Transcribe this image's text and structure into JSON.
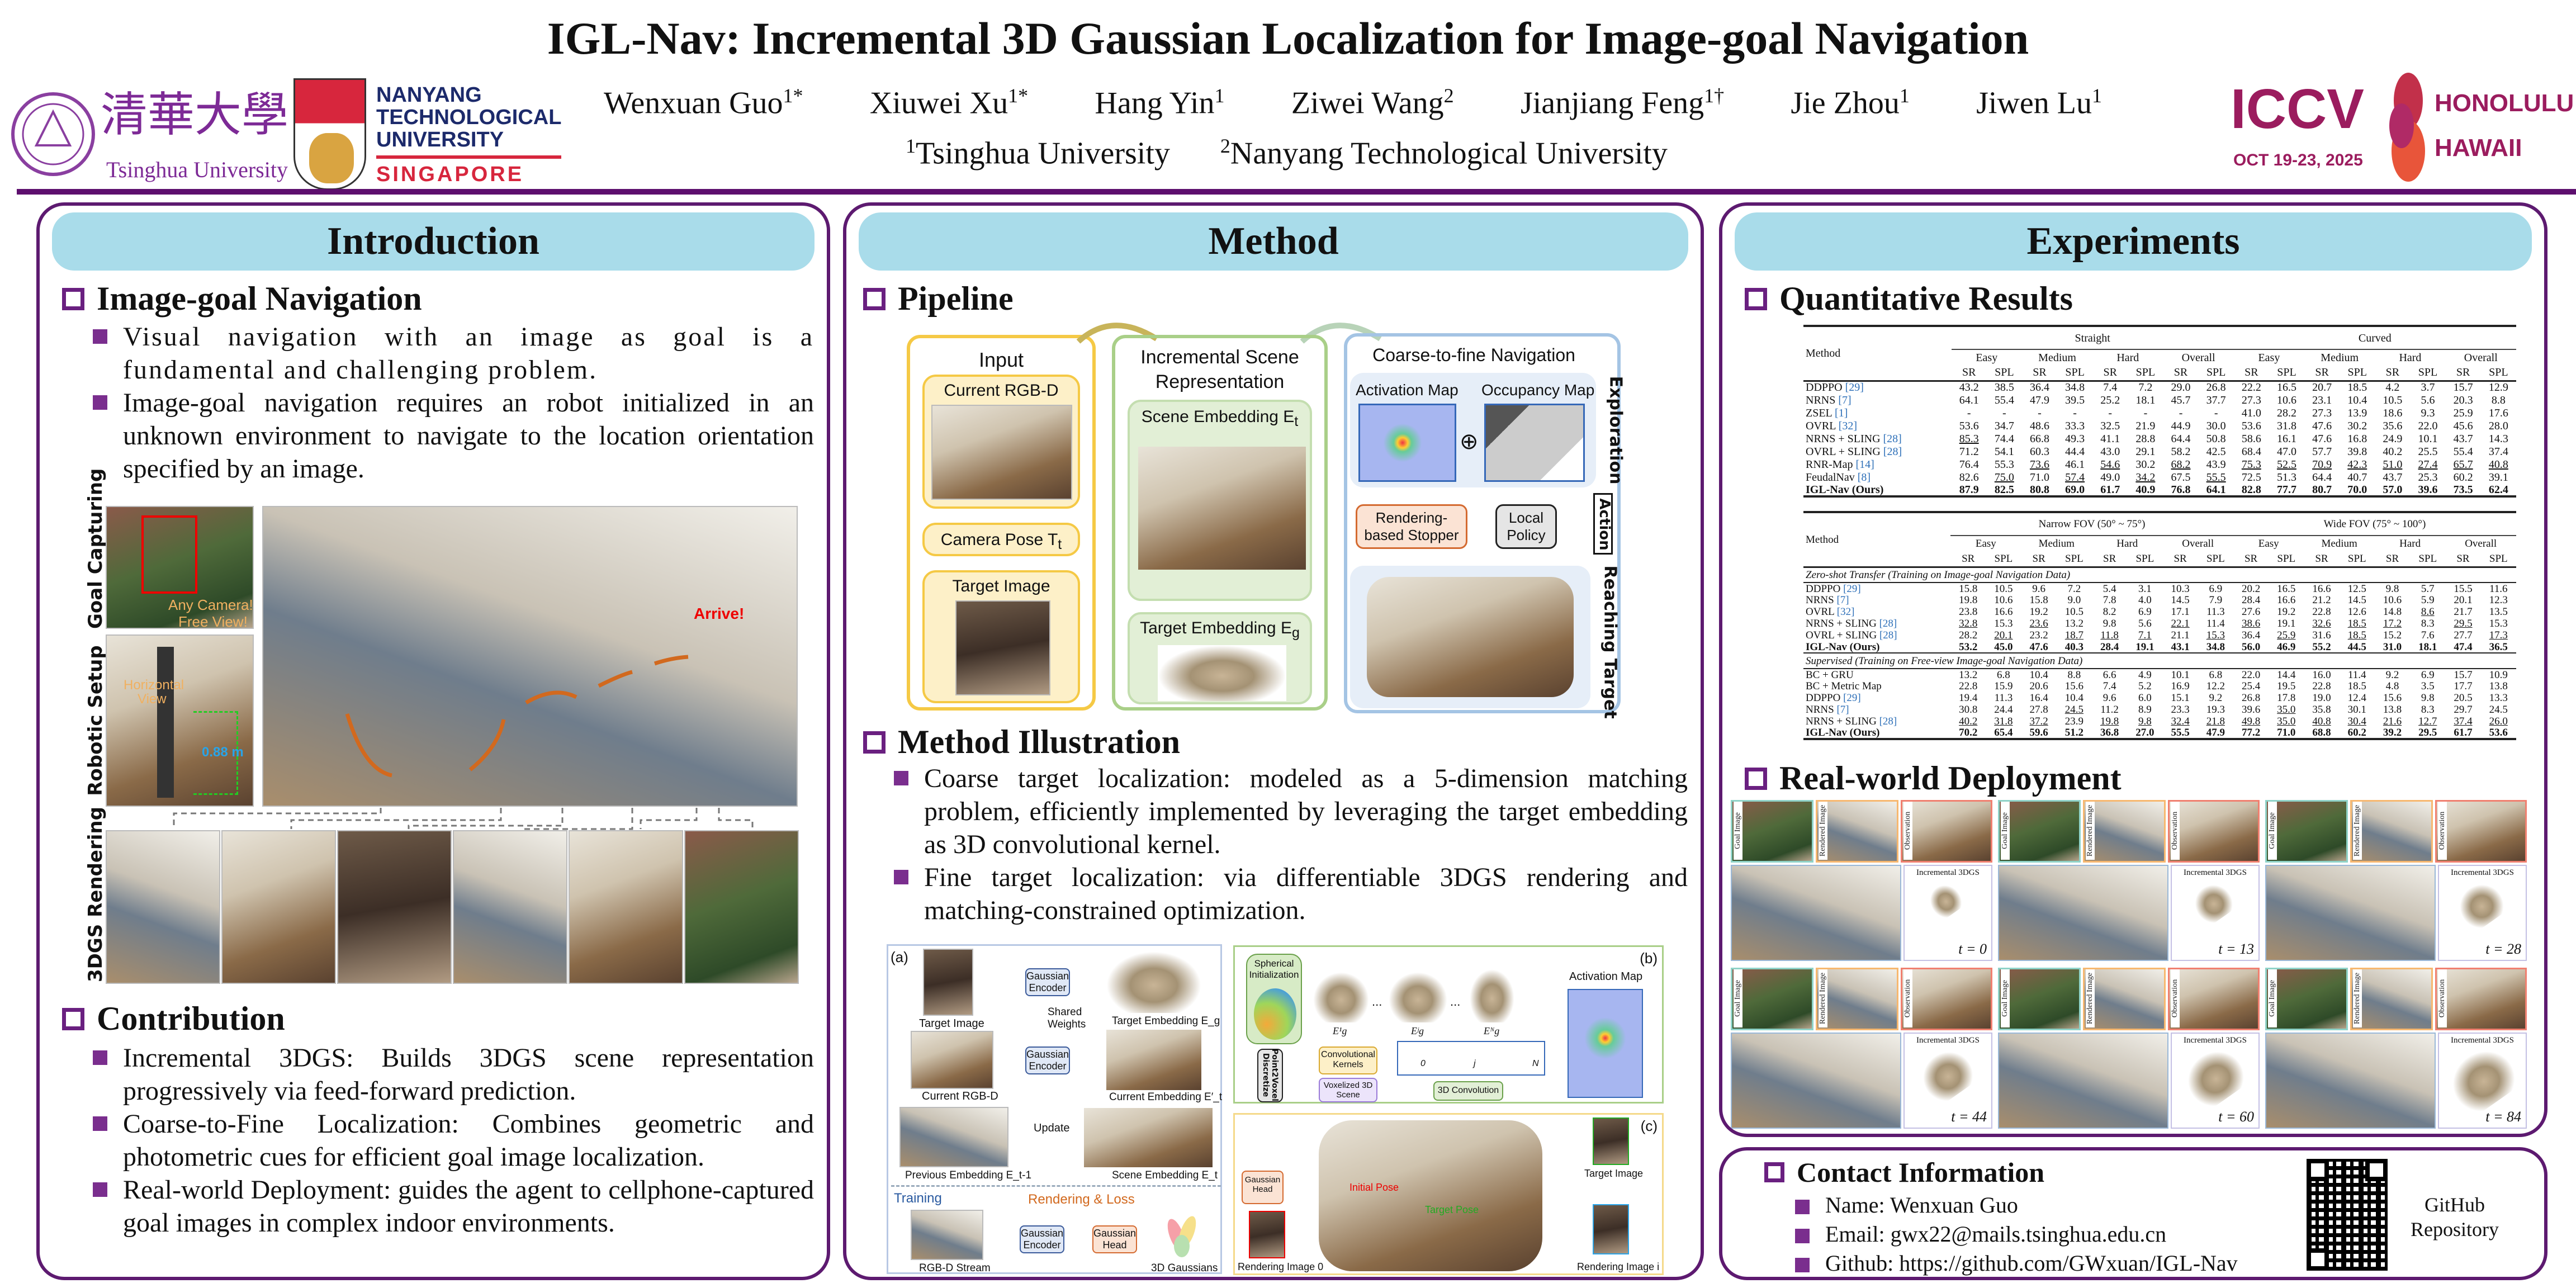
{
  "header": {
    "title": "IGL-Nav: Incremental 3D Gaussian Localization for Image-goal Navigation",
    "authors": [
      {
        "name": "Wenxuan Guo",
        "sup": "1*"
      },
      {
        "name": "Xiuwei Xu",
        "sup": "1*"
      },
      {
        "name": "Hang Yin",
        "sup": "1"
      },
      {
        "name": "Ziwei Wang",
        "sup": "2"
      },
      {
        "name": "Jianjiang Feng",
        "sup": "1†"
      },
      {
        "name": "Jie Zhou",
        "sup": "1"
      },
      {
        "name": "Jiwen Lu",
        "sup": "1"
      }
    ],
    "affiliations": [
      {
        "sup": "1",
        "name": "Tsinghua University"
      },
      {
        "sup": "2",
        "name": "Nanyang Technological University"
      }
    ],
    "logos": {
      "tsinghua_cn": "清華大學",
      "tsinghua_en": "Tsinghua University",
      "ntu": [
        "NANYANG",
        "TECHNOLOGICAL",
        "UNIVERSITY"
      ],
      "ntu_country": "SINGAPORE",
      "iccv": "ICCV",
      "iccv_dates": "OCT 19-23, 2025",
      "iccv_place": [
        "HONOLULU",
        "HAWAII"
      ]
    },
    "colors": {
      "accent": "#5d0f6e",
      "header_band": "#a9dcea",
      "iccv": "#9b1c5e"
    }
  },
  "introduction": {
    "title": "Introduction",
    "section1": "Image-goal Navigation",
    "bullets1": [
      "Visual navigation with an image as goal is a fundamental and challenging problem.",
      "Image-goal navigation requires an robot initialized in an unknown environment to navigate to the location orientation specified by an image."
    ],
    "figure": {
      "row_labels": [
        "Goal Capturing",
        "Robotic Setup",
        "3DGS Rendering"
      ],
      "annotations": {
        "any_camera": "Any Camera!",
        "free_view": "Free View!",
        "horizontal": "Horizontal",
        "view": "View",
        "height": "0.88 m",
        "arrive": "Arrive!"
      }
    },
    "section2": "Contribution",
    "bullets2": [
      "Incremental 3DGS: Builds 3DGS scene representation progressively via feed-forward prediction.",
      "Coarse-to-Fine Localization: Combines geometric and photometric cues for efficient goal image localization.",
      "Real-world Deployment: guides the agent to cellphone-captured goal images in complex indoor environments."
    ]
  },
  "method": {
    "title": "Method",
    "section1": "Pipeline",
    "pipeline": {
      "input": "Input",
      "current_rgbd": "Current RGB-D",
      "camera_pose": "Camera Pose T",
      "camera_pose_sub": "t",
      "target_image": "Target Image",
      "incremental": "Incremental  Scene Representation",
      "scene_embedding": "Scene Embedding E",
      "scene_sub": "t",
      "target_embedding": "Target Embedding E",
      "target_sub": "g",
      "c2f": "Coarse-to-fine Navigation",
      "activation_map": "Activation Map",
      "occupancy_map": "Occupancy Map",
      "exploration": "Exploration",
      "stopper": "Rendering-based Stopper",
      "local_policy": "Local Policy",
      "action": "Action",
      "reaching": "Reaching Target",
      "plus": "⊕"
    },
    "section2": "Method Illustration",
    "bullets": [
      "Coarse target localization: modeled as a 5-dimension matching problem, efficiently implemented by leveraging the target embedding as 3D convolutional kernel.",
      "Fine target localization: via differentiable 3DGS rendering and matching-constrained optimization."
    ],
    "illustration": {
      "a": "(a)",
      "b": "(b)",
      "c": "(c)",
      "target_image": "Target Image",
      "gaussian_encoder": "Gaussian Encoder",
      "shared_weights": "Shared Weights",
      "target_embedding": "Target Embedding E_g",
      "current_rgbd": "Current RGB-D",
      "current_embedding": "Current Embedding E′_t",
      "previous_embedding": "Previous Embedding E_t-1",
      "update": "Update",
      "scene_embedding": "Scene Embedding E_t",
      "training": "Training",
      "rendering_loss": "Rendering & Loss",
      "rgbd_stream": "RGB-D Stream",
      "gaussian_head": "Gaussian Head",
      "gaussians3d": "3D Gaussians",
      "spherical_init": "Spherical Initialization",
      "eg1": "E¹g",
      "egj": "Eʲg",
      "egN": "Eᴺg",
      "ellipsis": "...",
      "activation_map": "Activation Map",
      "point2voxel": "Point2Voxel Discretize",
      "conv_kernels": "Convolutional Kernels",
      "k0": "0",
      "kj": "j",
      "kN": "N",
      "voxelized": "Voxelized 3D Scene",
      "conv3d": "3D Convolution",
      "initial_pose": "Initial Pose",
      "target_pose": "Target Pose",
      "target_image_c": "Target Image",
      "rendering_0": "Rendering Image 0",
      "rendering_i": "Rendering Image i"
    }
  },
  "experiments": {
    "title": "Experiments",
    "section1": "Quantitative Results",
    "table1": {
      "groups": [
        "Straight",
        "Curved"
      ],
      "levels": [
        "Easy",
        "Medium",
        "Hard",
        "Overall"
      ],
      "metrics": [
        "SR",
        "SPL"
      ],
      "method_header": "Method",
      "rows": [
        {
          "method": "DDPPO",
          "ref": "[29]",
          "values": [
            "43.2",
            "38.5",
            "36.4",
            "34.8",
            "7.4",
            "7.2",
            "29.0",
            "26.8",
            "22.2",
            "16.5",
            "20.7",
            "18.5",
            "4.2",
            "3.7",
            "15.7",
            "12.9"
          ],
          "underline": []
        },
        {
          "method": "NRNS",
          "ref": "[7]",
          "values": [
            "64.1",
            "55.4",
            "47.9",
            "39.5",
            "25.2",
            "18.1",
            "45.7",
            "37.7",
            "27.3",
            "10.6",
            "23.1",
            "10.4",
            "10.5",
            "5.6",
            "20.3",
            "8.8"
          ],
          "underline": []
        },
        {
          "method": "ZSEL",
          "ref": "[1]",
          "values": [
            "-",
            "-",
            "-",
            "-",
            "-",
            "-",
            "-",
            "-",
            "41.0",
            "28.2",
            "27.3",
            "13.9",
            "18.6",
            "9.3",
            "25.9",
            "17.6"
          ],
          "underline": []
        },
        {
          "method": "OVRL",
          "ref": "[32]",
          "values": [
            "53.6",
            "34.7",
            "48.6",
            "33.3",
            "32.5",
            "21.9",
            "44.9",
            "30.0",
            "53.6",
            "31.8",
            "47.6",
            "30.2",
            "35.6",
            "22.0",
            "45.6",
            "28.0"
          ],
          "underline": []
        },
        {
          "method": "NRNS + SLING",
          "ref": "[28]",
          "values": [
            "85.3",
            "74.4",
            "66.8",
            "49.3",
            "41.1",
            "28.8",
            "64.4",
            "50.8",
            "58.6",
            "16.1",
            "47.6",
            "16.8",
            "24.9",
            "10.1",
            "43.7",
            "14.3"
          ],
          "underline": [
            0
          ]
        },
        {
          "method": "OVRL + SLING",
          "ref": "[28]",
          "values": [
            "71.2",
            "54.1",
            "60.3",
            "44.4",
            "43.0",
            "29.1",
            "58.2",
            "42.5",
            "68.4",
            "47.0",
            "57.7",
            "39.8",
            "40.2",
            "25.5",
            "55.4",
            "37.4"
          ],
          "underline": []
        },
        {
          "method": "RNR-Map",
          "ref": "[14]",
          "values": [
            "76.4",
            "55.3",
            "73.6",
            "46.1",
            "54.6",
            "30.2",
            "68.2",
            "43.9",
            "75.3",
            "52.5",
            "70.9",
            "42.3",
            "51.0",
            "27.4",
            "65.7",
            "40.8"
          ],
          "underline": [
            2,
            4,
            6,
            8,
            9,
            10,
            11,
            12,
            13,
            14,
            15
          ]
        },
        {
          "method": "FeudalNav",
          "ref": "[8]",
          "values": [
            "82.6",
            "75.0",
            "71.0",
            "57.4",
            "49.0",
            "34.2",
            "67.5",
            "55.5",
            "72.5",
            "51.3",
            "64.4",
            "40.7",
            "43.7",
            "25.3",
            "60.2",
            "39.1"
          ],
          "underline": [
            1,
            3,
            5,
            7
          ]
        },
        {
          "method": "IGL-Nav (Ours)",
          "ref": "",
          "values": [
            "87.9",
            "82.5",
            "80.8",
            "69.0",
            "61.7",
            "40.9",
            "76.8",
            "64.1",
            "82.8",
            "77.7",
            "80.7",
            "70.0",
            "57.0",
            "39.6",
            "73.5",
            "62.4"
          ],
          "underline": [],
          "ours": true
        }
      ]
    },
    "table2": {
      "groups": [
        "Narrow FOV (50° ~ 75°)",
        "Wide FOV (75° ~ 100°)"
      ],
      "levels": [
        "Easy",
        "Medium",
        "Hard",
        "Overall"
      ],
      "metrics": [
        "SR",
        "SPL"
      ],
      "method_header": "Method",
      "sections": [
        {
          "title": "Zero-shot Transfer (Training on Image-goal Navigation Data)",
          "rows": [
            {
              "method": "DDPPO",
              "ref": "[29]",
              "values": [
                "15.8",
                "10.5",
                "9.6",
                "7.2",
                "5.4",
                "3.1",
                "10.3",
                "6.9",
                "20.2",
                "16.5",
                "16.6",
                "12.5",
                "9.8",
                "5.7",
                "15.5",
                "11.6"
              ],
              "underline": []
            },
            {
              "method": "NRNS",
              "ref": "[7]",
              "values": [
                "19.8",
                "10.6",
                "15.8",
                "9.0",
                "7.8",
                "4.0",
                "14.5",
                "7.9",
                "28.4",
                "16.6",
                "21.2",
                "14.5",
                "10.6",
                "5.9",
                "20.1",
                "12.3"
              ],
              "underline": []
            },
            {
              "method": "OVRL",
              "ref": "[32]",
              "values": [
                "23.8",
                "16.6",
                "19.2",
                "10.5",
                "8.2",
                "6.9",
                "17.1",
                "11.3",
                "27.6",
                "19.2",
                "22.8",
                "12.6",
                "14.8",
                "8.6",
                "21.7",
                "13.5"
              ],
              "underline": [
                13
              ]
            },
            {
              "method": "NRNS + SLING",
              "ref": "[28]",
              "values": [
                "32.8",
                "15.3",
                "23.6",
                "13.2",
                "9.8",
                "5.6",
                "22.1",
                "11.4",
                "38.6",
                "19.1",
                "32.6",
                "18.5",
                "17.2",
                "8.3",
                "29.5",
                "15.3"
              ],
              "underline": [
                0,
                2,
                6,
                8,
                10,
                11,
                12,
                14
              ]
            },
            {
              "method": "OVRL + SLING",
              "ref": "[28]",
              "values": [
                "28.2",
                "20.1",
                "23.2",
                "18.7",
                "11.8",
                "7.1",
                "21.1",
                "15.3",
                "36.4",
                "25.9",
                "31.6",
                "18.5",
                "15.2",
                "7.6",
                "27.7",
                "17.3"
              ],
              "underline": [
                1,
                3,
                4,
                5,
                7,
                9,
                11,
                15
              ]
            },
            {
              "method": "IGL-Nav (Ours)",
              "ref": "",
              "values": [
                "53.2",
                "45.0",
                "47.6",
                "40.3",
                "28.4",
                "19.1",
                "43.1",
                "34.8",
                "56.0",
                "46.9",
                "55.2",
                "44.5",
                "31.0",
                "18.1",
                "47.4",
                "36.5"
              ],
              "underline": [],
              "ours": true
            }
          ]
        },
        {
          "title": "Supervised (Training on Free-view Image-goal Navigation Data)",
          "rows": [
            {
              "method": "BC + GRU",
              "ref": "",
              "values": [
                "13.2",
                "6.8",
                "10.4",
                "8.8",
                "6.6",
                "4.9",
                "10.1",
                "6.8",
                "22.0",
                "14.4",
                "16.0",
                "11.4",
                "9.2",
                "6.9",
                "15.7",
                "10.9"
              ],
              "underline": []
            },
            {
              "method": "BC + Metric Map",
              "ref": "",
              "values": [
                "22.8",
                "15.9",
                "20.6",
                "15.6",
                "7.4",
                "5.2",
                "16.9",
                "12.2",
                "25.4",
                "19.5",
                "22.8",
                "18.5",
                "4.8",
                "3.5",
                "17.7",
                "13.8"
              ],
              "underline": []
            },
            {
              "method": "DDPPO",
              "ref": "[29]",
              "values": [
                "19.4",
                "11.3",
                "16.4",
                "10.4",
                "9.6",
                "6.0",
                "15.1",
                "9.2",
                "26.8",
                "17.8",
                "19.0",
                "12.4",
                "15.6",
                "9.8",
                "20.5",
                "13.3"
              ],
              "underline": []
            },
            {
              "method": "NRNS",
              "ref": "[7]",
              "values": [
                "30.8",
                "24.4",
                "27.8",
                "24.5",
                "11.2",
                "8.9",
                "23.3",
                "19.3",
                "39.6",
                "35.0",
                "35.8",
                "30.1",
                "13.8",
                "8.3",
                "29.7",
                "24.5"
              ],
              "underline": [
                3,
                9
              ]
            },
            {
              "method": "NRNS + SLING",
              "ref": "[28]",
              "values": [
                "40.2",
                "31.8",
                "37.2",
                "23.9",
                "19.8",
                "9.8",
                "32.4",
                "21.8",
                "49.8",
                "35.0",
                "40.8",
                "30.4",
                "21.6",
                "12.7",
                "37.4",
                "26.0"
              ],
              "underline": [
                0,
                1,
                2,
                4,
                5,
                6,
                7,
                8,
                9,
                10,
                11,
                12,
                13,
                14,
                15
              ]
            },
            {
              "method": "IGL-Nav (Ours)",
              "ref": "",
              "values": [
                "70.2",
                "65.4",
                "59.6",
                "51.2",
                "36.8",
                "27.0",
                "55.5",
                "47.9",
                "77.2",
                "71.0",
                "68.8",
                "60.2",
                "39.2",
                "29.5",
                "61.7",
                "53.6"
              ],
              "underline": [],
              "ours": true
            }
          ]
        }
      ]
    },
    "section2": "Real-world Deployment",
    "deployment": {
      "labels": [
        "Goal Image",
        "Rendered Image",
        "Observation"
      ],
      "incremental": "Incremental 3DGS",
      "steps": [
        "t = 0",
        "t = 13",
        "t = 28",
        "t = 44",
        "t = 60",
        "t = 84"
      ]
    }
  },
  "contact": {
    "title": "Contact Information",
    "items": [
      "Name: Wenxuan Guo",
      "Email: gwx22@mails.tsinghua.edu.cn",
      "Github: https://github.com/GWxuan/IGL-Nav"
    ],
    "qr_label": "GitHub Repository"
  }
}
